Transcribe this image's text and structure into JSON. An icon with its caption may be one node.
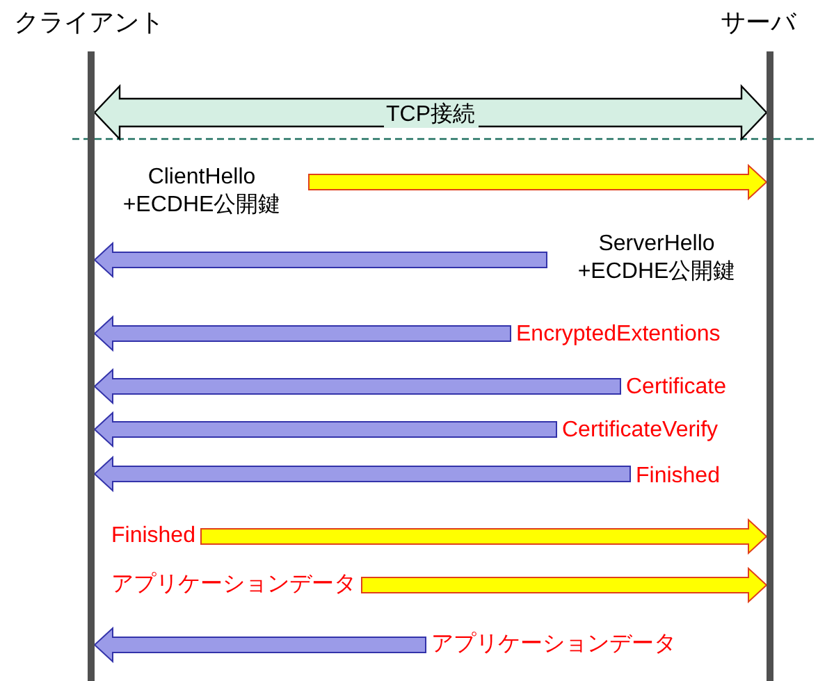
{
  "diagram": {
    "nodes": [
      {
        "text": [
          "クライアント"
        ]
      },
      {
        "text": [
          "サーバ"
        ]
      },
      {
        "text": [
          "ClientHello +ECDHE公開鍵"
        ]
      },
      {
        "text": [
          "ServerHello +ECDHE公開鍵"
        ]
      },
      {
        "text": [
          "EncryptedExtentions"
        ]
      },
      {
        "text": [
          "Certificate"
        ]
      },
      {
        "text": [
          "CertificateVerify"
        ]
      },
      {
        "text": [
          "Finished"
        ]
      },
      {
        "text": [
          "Finished"
        ]
      },
      {
        "text": [
          "アプリケーションデータ"
        ]
      },
      {
        "text": [
          "アプリケーションデータ"
        ]
      }
    ],
    "edges": [
      {
        "from": 0,
        "to": 1,
        "arrow": "both",
        "label": "TCP接続",
        "style": "thick",
        "color": "#d5efe3"
      },
      {
        "from": 2,
        "to": 1,
        "arrow": "to",
        "color": "#ffff00"
      },
      {
        "from": 3,
        "to": 0,
        "arrow": "to"
      },
      {
        "from": 4,
        "to": 0,
        "arrow": "to"
      },
      {
        "from": 5,
        "to": 0,
        "arrow": "to"
      },
      {
        "from": 6,
        "to": 0,
        "arrow": "to"
      },
      {
        "from": 7,
        "to": 0,
        "arrow": "to"
      },
      {
        "from": 8,
        "to": 1,
        "arrow": "to",
        "color": "#ffff00"
      },
      {
        "from": 9,
        "to": 1,
        "arrow": "to",
        "color": "#ffff00"
      },
      {
        "from": 10,
        "to": 0,
        "arrow": "to"
      }
    ]
  }
}
